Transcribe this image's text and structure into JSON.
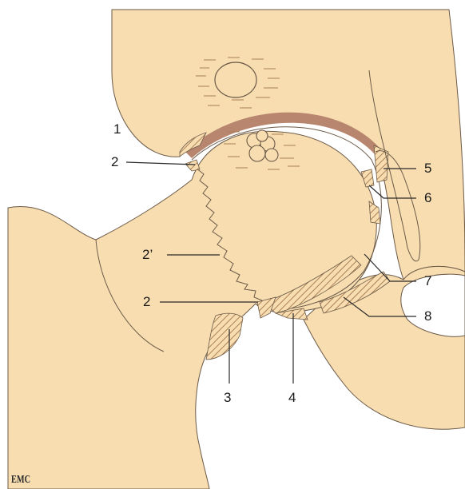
{
  "labels": {
    "l1": "1",
    "l2_top": "2",
    "l2_prime": "2’",
    "l2_bottom": "2",
    "l3": "3",
    "l4": "4",
    "l5": "5",
    "l6": "6",
    "l7": "7",
    "l8": "8"
  },
  "logo_text": "EMC",
  "colors": {
    "bone": "#F8DDB0",
    "cartilage": "#B8856E",
    "hatch": "#A98057",
    "outline": "#6b5a48",
    "background": "#ffffff"
  }
}
